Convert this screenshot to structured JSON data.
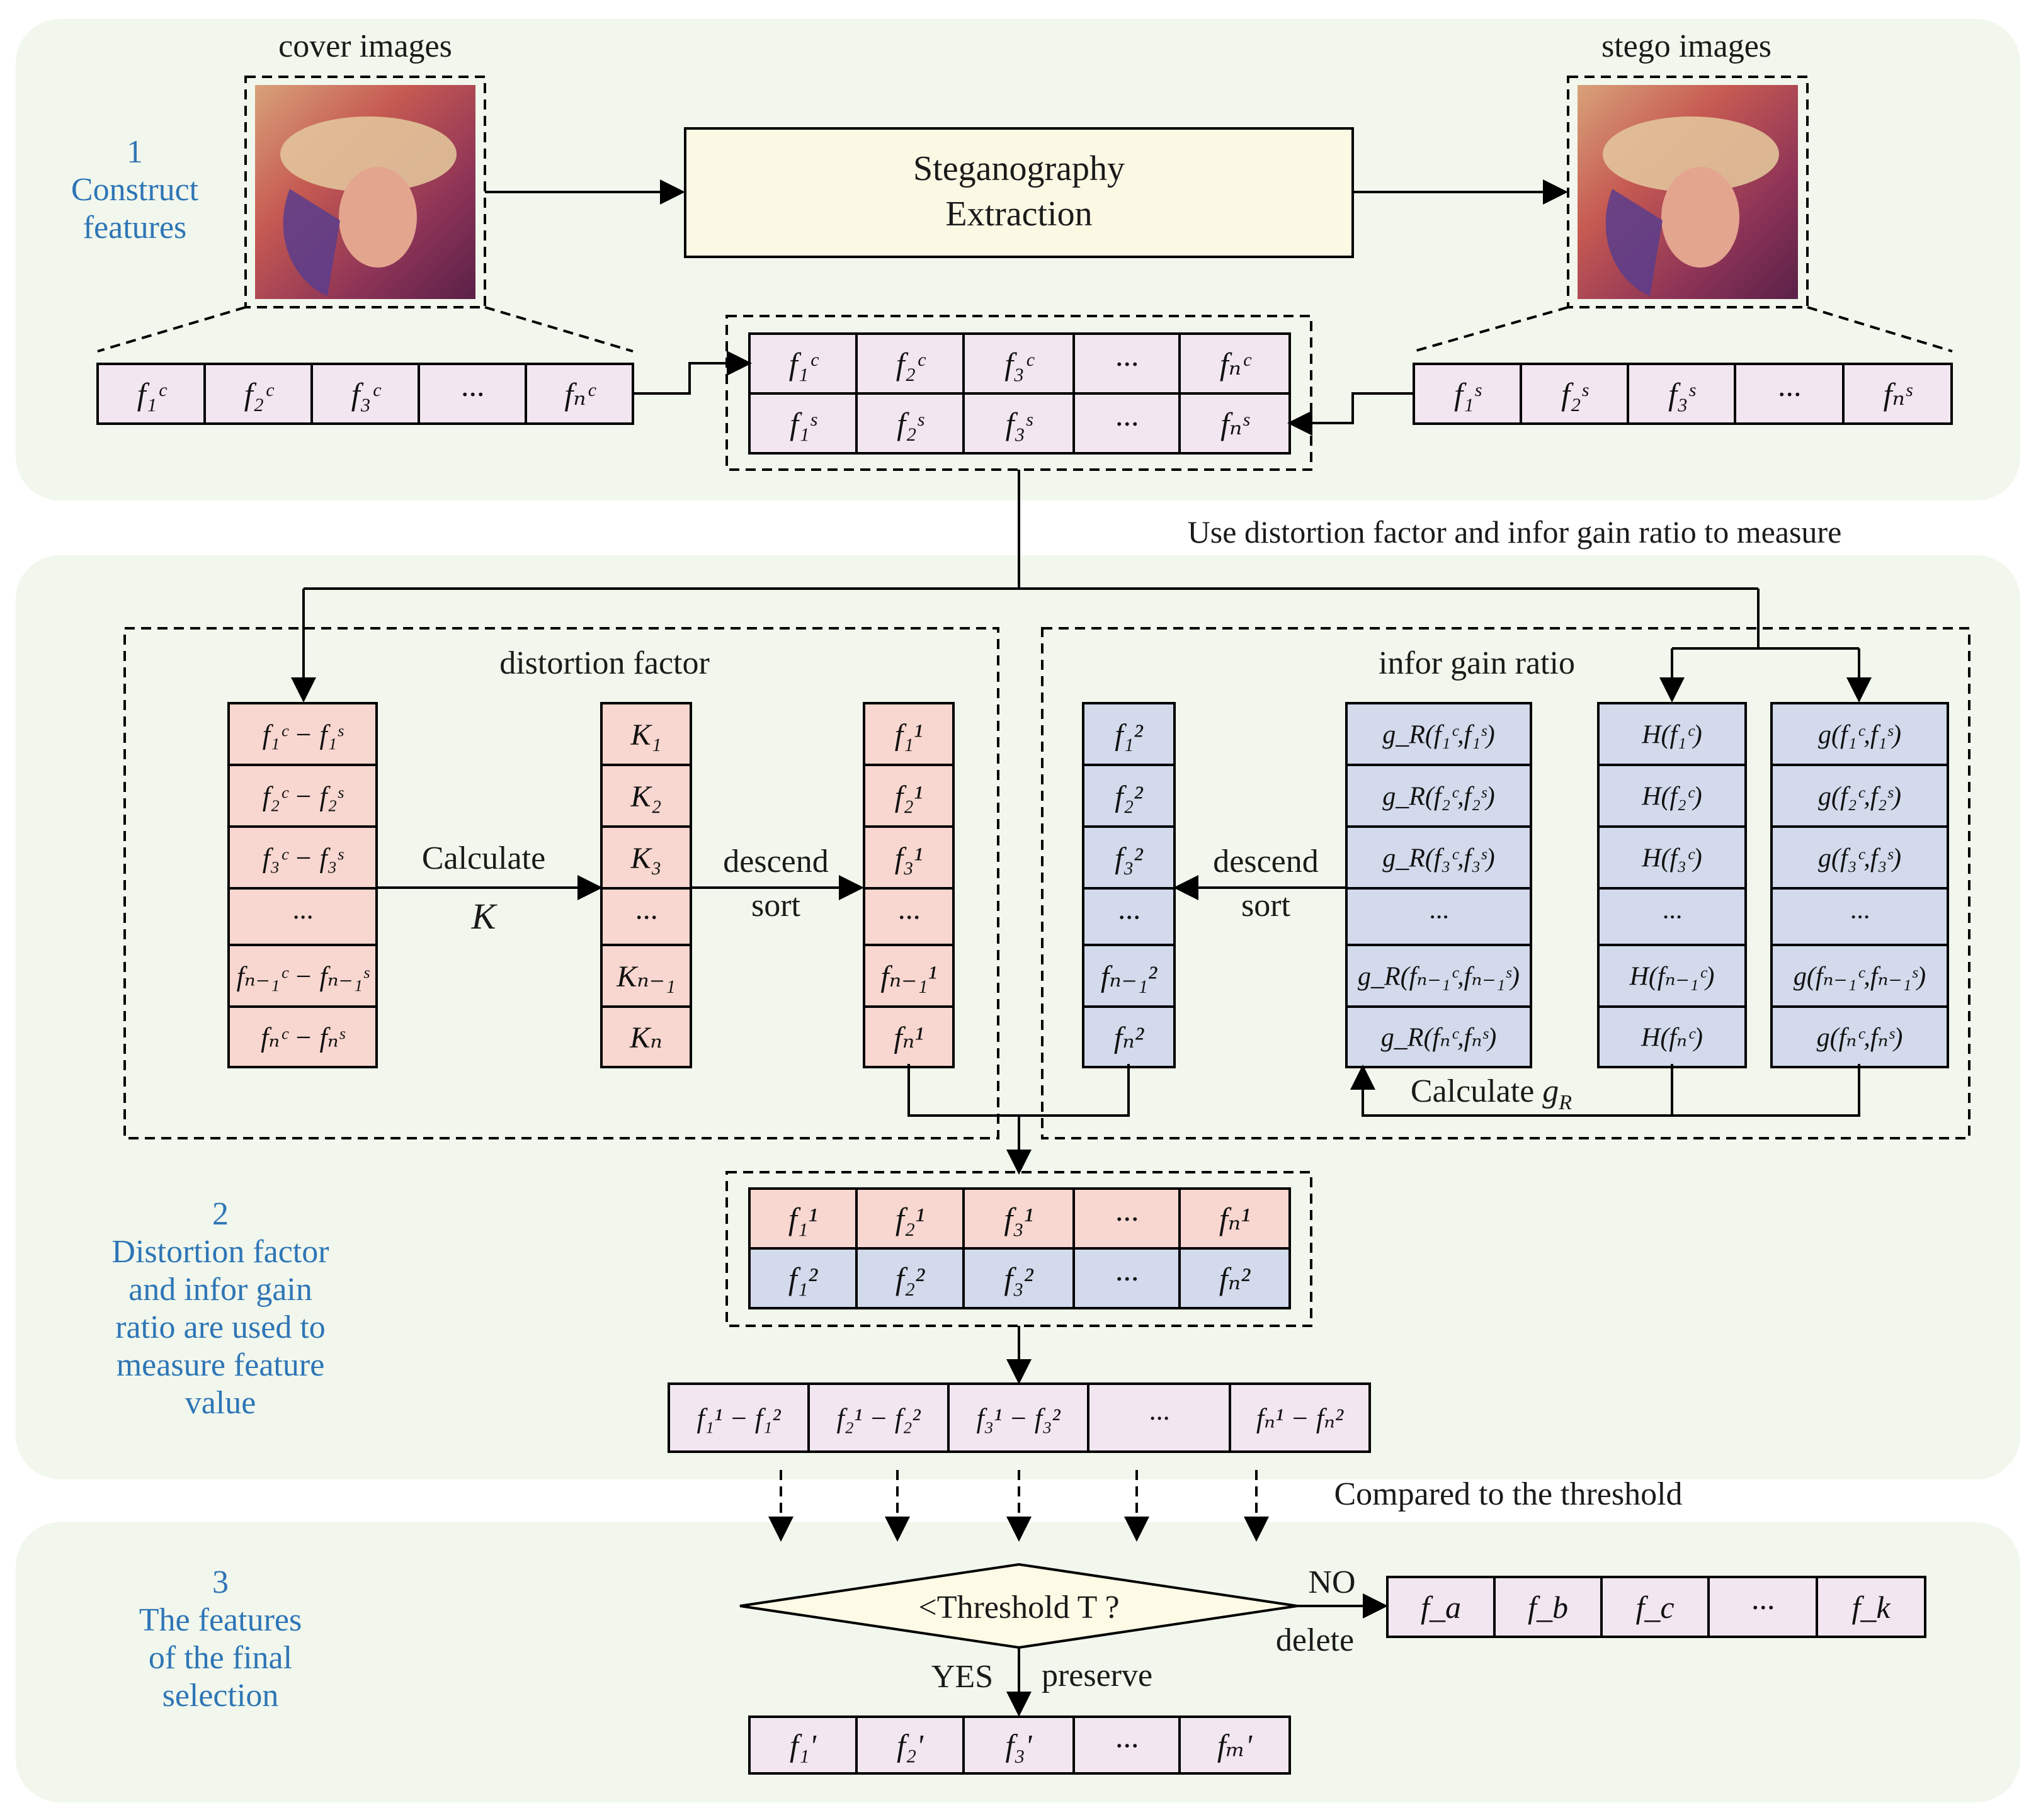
{
  "stage1": {
    "number": "1",
    "title_lines": [
      "Construct",
      "features"
    ],
    "cover_label": "cover images",
    "stego_label": "stego images",
    "process_lines": [
      "Steganography",
      "Extraction"
    ],
    "cover_vector": [
      "f₁ᶜ",
      "f₂ᶜ",
      "f₃ᶜ",
      "···",
      "fₙᶜ"
    ],
    "stego_vector": [
      "f₁ˢ",
      "f₂ˢ",
      "f₃ˢ",
      "···",
      "fₙˢ"
    ],
    "combined_rows": [
      [
        "f₁ᶜ",
        "f₂ᶜ",
        "f₃ᶜ",
        "···",
        "fₙᶜ"
      ],
      [
        "f₁ˢ",
        "f₂ˢ",
        "f₃ˢ",
        "···",
        "fₙˢ"
      ]
    ]
  },
  "measure_caption": "Use distortion factor and infor gain ratio to measure",
  "stage2": {
    "number": "2",
    "title_lines": [
      "Distortion factor",
      "and infor gain",
      "ratio are used to",
      "measure feature",
      "value"
    ],
    "distortion": {
      "title": "distortion factor",
      "diff_column": [
        "f₁ᶜ − f₁ˢ",
        "f₂ᶜ − f₂ˢ",
        "f₃ᶜ − f₃ˢ",
        "···",
        "fₙ₋₁ᶜ − fₙ₋₁ˢ",
        "fₙᶜ − fₙˢ"
      ],
      "calc_label": "Calculate",
      "calc_symbol": "K",
      "k_column": [
        "K₁",
        "K₂",
        "K₃",
        "···",
        "Kₙ₋₁",
        "Kₙ"
      ],
      "sort_lines": [
        "descend",
        "sort"
      ],
      "sorted_column": [
        "f₁¹",
        "f₂¹",
        "f₃¹",
        "···",
        "fₙ₋₁¹",
        "fₙ¹"
      ]
    },
    "gain": {
      "title": "infor gain ratio",
      "sorted_column": [
        "f₁²",
        "f₂²",
        "f₃²",
        "···",
        "fₙ₋₁²",
        "fₙ²"
      ],
      "sort_lines": [
        "descend",
        "sort"
      ],
      "gr_column": [
        "g_R(f₁ᶜ,f₁ˢ)",
        "g_R(f₂ᶜ,f₂ˢ)",
        "g_R(f₃ᶜ,f₃ˢ)",
        "···",
        "g_R(fₙ₋₁ᶜ,fₙ₋₁ˢ)",
        "g_R(fₙᶜ,fₙˢ)"
      ],
      "h_column": [
        "H(f₁ᶜ)",
        "H(f₂ᶜ)",
        "H(f₃ᶜ)",
        "···",
        "H(fₙ₋₁ᶜ)",
        "H(fₙᶜ)"
      ],
      "g_column": [
        "g(f₁ᶜ,f₁ˢ)",
        "g(f₂ᶜ,f₂ˢ)",
        "g(f₃ᶜ,f₃ˢ)",
        "···",
        "g(fₙ₋₁ᶜ,fₙ₋₁ˢ)",
        "g(fₙᶜ,fₙˢ)"
      ],
      "calc_label": "Calculate",
      "calc_symbol": "g_R"
    },
    "merged_rows": [
      [
        "f₁¹",
        "f₂¹",
        "f₃¹",
        "···",
        "fₙ¹"
      ],
      [
        "f₁²",
        "f₂²",
        "f₃²",
        "···",
        "fₙ²"
      ]
    ],
    "diff_vector": [
      "f₁¹ − f₁²",
      "f₂¹ − f₂²",
      "f₃¹ − f₃²",
      "···",
      "fₙ¹ − fₙ²"
    ]
  },
  "threshold_caption": "Compared to the threshold",
  "stage3": {
    "number": "3",
    "title_lines": [
      "The features",
      "of the final",
      "selection"
    ],
    "decision": "<Threshold T ?",
    "no_label": "NO",
    "delete_label": "delete",
    "yes_label": "YES",
    "preserve_label": "preserve",
    "deleted_vector": [
      "f_a",
      "f_b",
      "f_c",
      "···",
      "f_k"
    ],
    "kept_vector": [
      "f₁'",
      "f₂'",
      "f₃'",
      "···",
      "fₘ'"
    ]
  },
  "colors": {
    "panel_bg": "#f1f7ec",
    "pink_cell": "#f2e6f1",
    "red_cell": "#f8d7d0",
    "blue_cell": "#d2daec",
    "process_box": "#fbf8e4",
    "decision_fill": "#fdfbe6",
    "stage_text": "#2e75b6"
  }
}
